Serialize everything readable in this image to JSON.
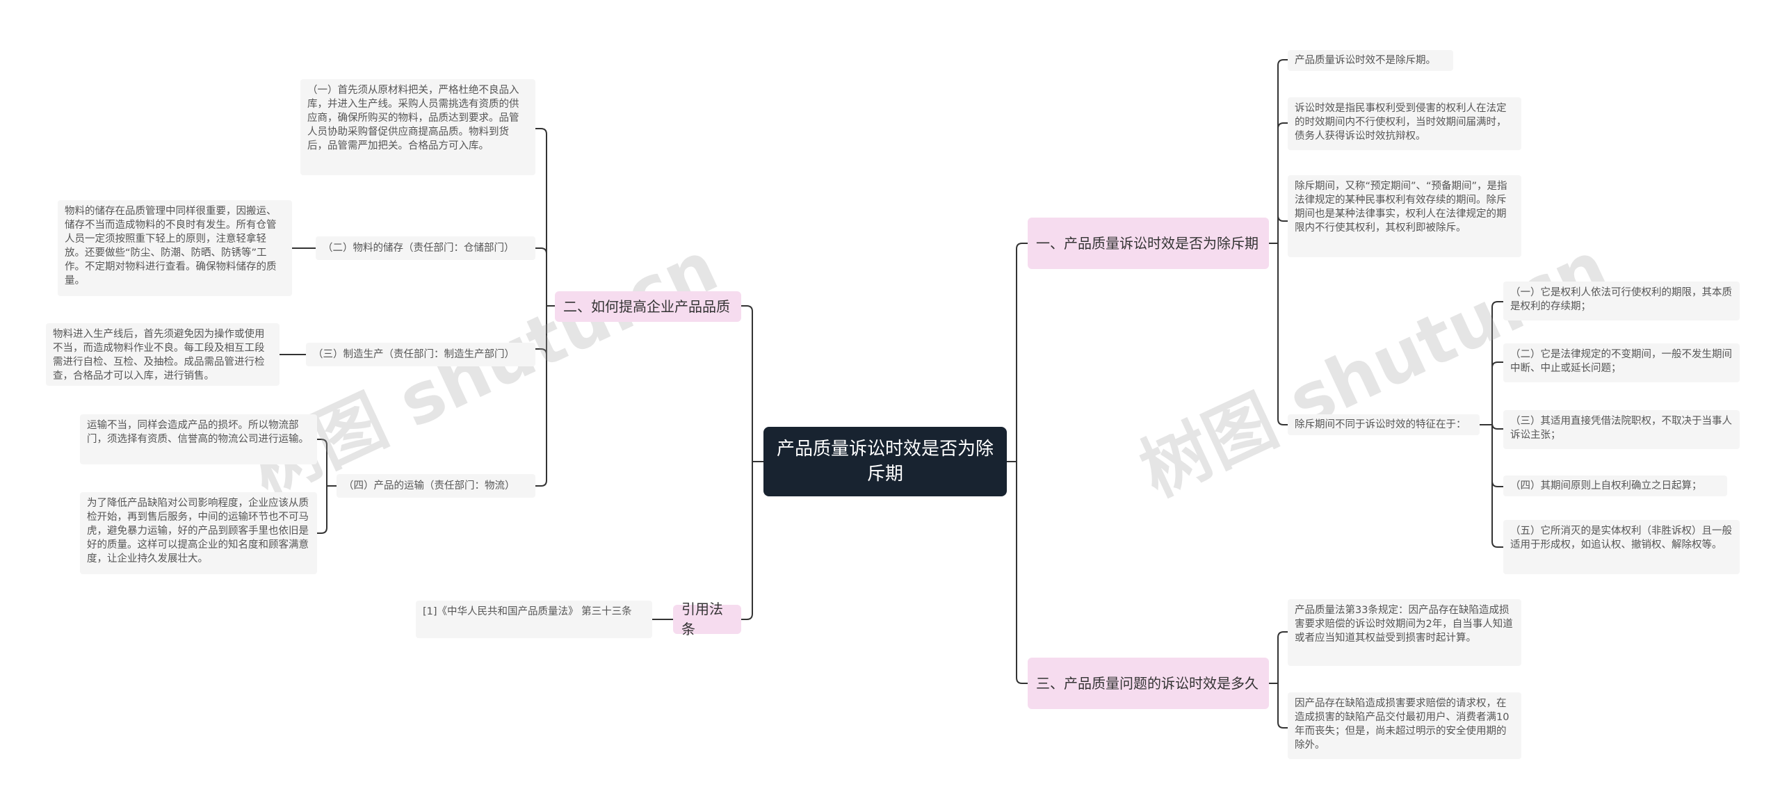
{
  "root": {
    "title": "产品质量诉讼时效是否为除斥期"
  },
  "left": {
    "quality": {
      "title": "二、如何提高企业产品品质",
      "items": [
        {
          "label": "",
          "detail": "（一）首先须从原材料把关，严格杜绝不良品入库，并进入生产线。采购人员需挑选有资质的供应商，确保所购买的物料，品质达到要求。品管人员协助采购督促供应商提高品质。物料到货后，品管需严加把关。合格品方可入库。"
        },
        {
          "label": "（二）物料的储存（责任部门：仓储部门）",
          "detail": "物料的储存在品质管理中同样很重要，因搬运、储存不当而造成物料的不良时有发生。所有仓管人员一定须按照重下轻上的原则，注意轻拿轻放。还要做些“防尘、防潮、防晒、防锈等”工作。不定期对物料进行查看。确保物料储存的质量。"
        },
        {
          "label": "（三）制造生产（责任部门：制造生产部门）",
          "detail": "物料进入生产线后，首先须避免因为操作或使用不当，而造成物料作业不良。每工段及相互工段需进行自检、互检、及抽检。成品需品管进行检查，合格品才可以入库，进行销售。"
        },
        {
          "label": "（四）产品的运输（责任部门：物流）",
          "details": [
            "运输不当，同样会造成产品的损坏。所以物流部门，须选择有资质、信誉高的物流公司进行运输。",
            "为了降低产品缺陷对公司影响程度，企业应该从质检开始，再到售后服务，中间的运输环节也不可马虎，避免暴力运输，好的产品到顾客手里也依旧是好的质量。这样可以提高企业的知名度和顾客满意度，让企业持久发展壮大。"
          ]
        }
      ]
    },
    "citation": {
      "title": "引用法条",
      "items": [
        "[1]《中华人民共和国产品质量法》 第三十三条"
      ]
    }
  },
  "right": {
    "section1": {
      "title": "一、产品质量诉讼时效是否为除斥期",
      "items": [
        "产品质量诉讼时效不是除斥期。",
        "诉讼时效是指民事权利受到侵害的权利人在法定的时效期间内不行使权利，当时效期间届满时，债务人获得诉讼时效抗辩权。",
        "除斥期间，又称“预定期间”、“预备期间”，是指法律规定的某种民事权利有效存续的期间。除斥期间也是某种法律事实，权利人在法律规定的期限内不行使其权利，其权利即被除斥。"
      ],
      "features": {
        "label": "除斥期间不同于诉讼时效的特征在于：",
        "items": [
          "（一）它是权利人依法可行使权利的期限，其本质是权利的存续期；",
          "（二）它是法律规定的不变期间，一般不发生期间中断、中止或延长问题；",
          "（三）其适用直接凭借法院职权，不取决于当事人诉讼主张；",
          "（四）其期间原则上自权利确立之日起算；",
          "（五）它所消灭的是实体权利（非胜诉权）且一般适用于形成权，如追认权、撤销权、解除权等。"
        ]
      }
    },
    "section3": {
      "title": "三、产品质量问题的诉讼时效是多久",
      "items": [
        "产品质量法第33条规定：因产品存在缺陷造成损害要求赔偿的诉讼时效期间为2年，自当事人知道或者应当知道其权益受到损害时起计算。",
        "因产品存在缺陷造成损害要求赔偿的请求权，在造成损害的缺陷产品交付最初用户、消费者满10年而丧失；但是，尚未超过明示的安全使用期的除外。"
      ]
    }
  },
  "watermark": "树图 shutu.cn",
  "colors": {
    "root_bg": "#182330",
    "branch_bg": "#f6dcef",
    "leaf_bg": "#f5f5f5",
    "line": "#333333"
  }
}
